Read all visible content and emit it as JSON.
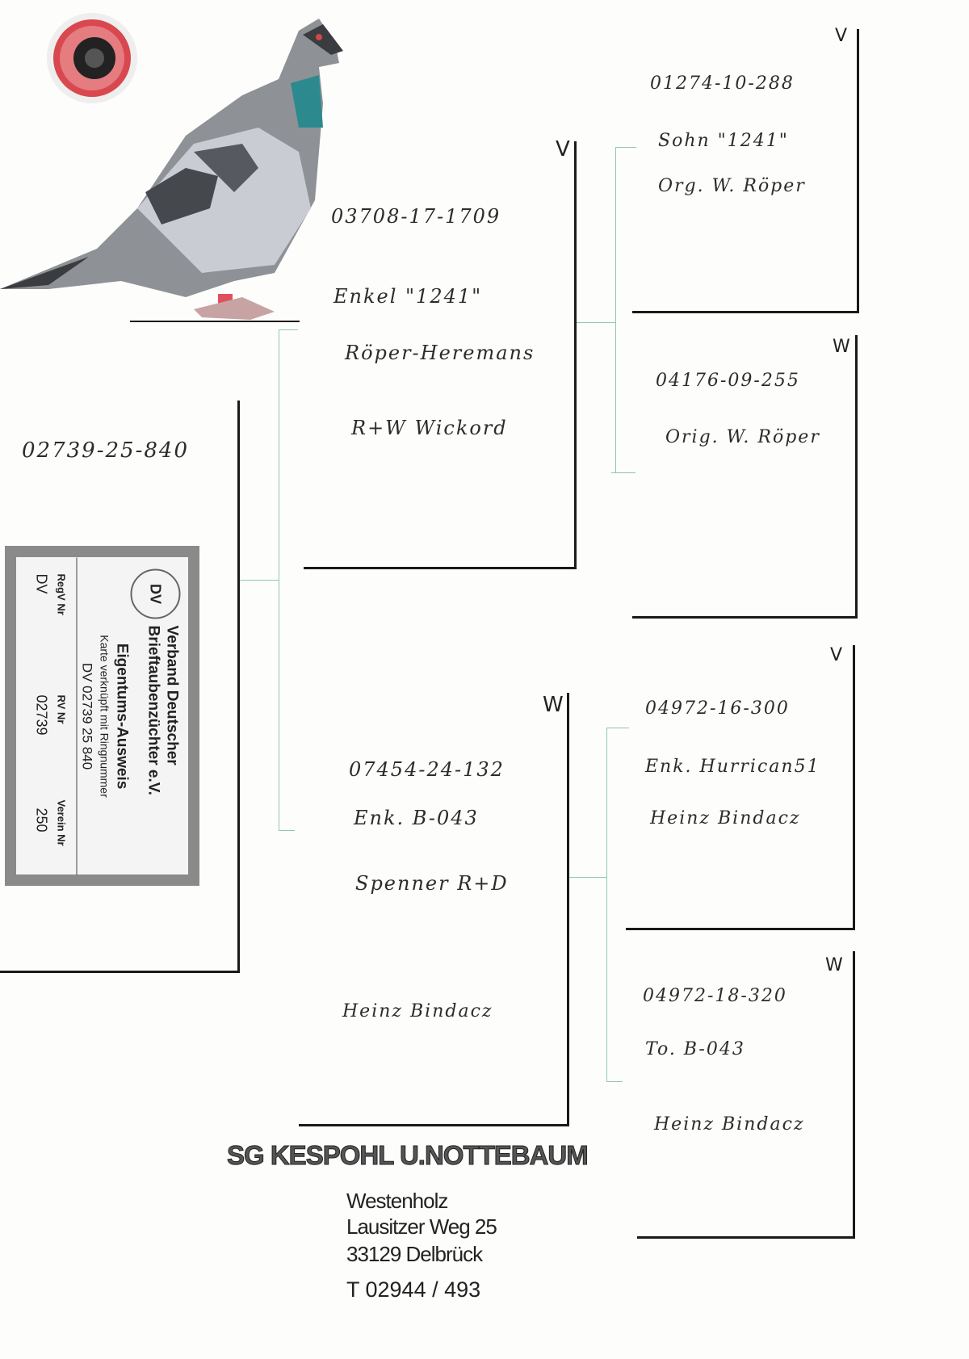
{
  "subject": {
    "ring": "02739-25-840"
  },
  "id_card": {
    "org_line1": "Verband Deutscher",
    "org_line2": "Brieftaubenzüchter e.V.",
    "logo_letters": "DV",
    "title": "Eigentums-Ausweis",
    "subtitle": "Karte verknüpft mit Ringnummer",
    "ring": "DV 02739 25 840",
    "fields": [
      {
        "label": "RegV Nr",
        "value": "DV"
      },
      {
        "label": "RV Nr",
        "value": "02739"
      },
      {
        "label": "Verein Nr",
        "value": "250"
      }
    ]
  },
  "sire": {
    "sex": "V",
    "ring": "03708-17-1709",
    "lines": [
      "Enkel \"1241\"",
      "Röper-Heremans",
      "R+W Wickord"
    ]
  },
  "dam": {
    "sex": "W",
    "ring": "07454-24-132",
    "lines": [
      "Enk. B-043",
      "Spenner R+D",
      "Heinz Bindacz"
    ]
  },
  "sire_sire": {
    "sex": "V",
    "ring": "01274-10-288",
    "lines": [
      "Sohn \"1241\"",
      "Org. W. Röper"
    ]
  },
  "sire_dam": {
    "sex": "W",
    "ring": "04176-09-255",
    "lines": [
      "Orig. W. Röper"
    ]
  },
  "dam_sire": {
    "sex": "V",
    "ring": "04972-16-300",
    "lines": [
      "Enk. Hurrican51",
      "Heinz Bindacz"
    ]
  },
  "dam_dam": {
    "sex": "W",
    "ring": "04972-18-320",
    "lines": [
      "To. B-043",
      "Heinz Bindacz"
    ]
  },
  "breeder": {
    "name": "SG KESPOHL U.NOTTEBAUM",
    "address": [
      "Westenholz",
      "Lausitzer Weg 25",
      "33129 Delbrück"
    ],
    "phone": "T 02944 / 493"
  },
  "colors": {
    "line": "#1a1a1a",
    "connector": "#8fc7b6",
    "eye_red": "#d9484f"
  }
}
